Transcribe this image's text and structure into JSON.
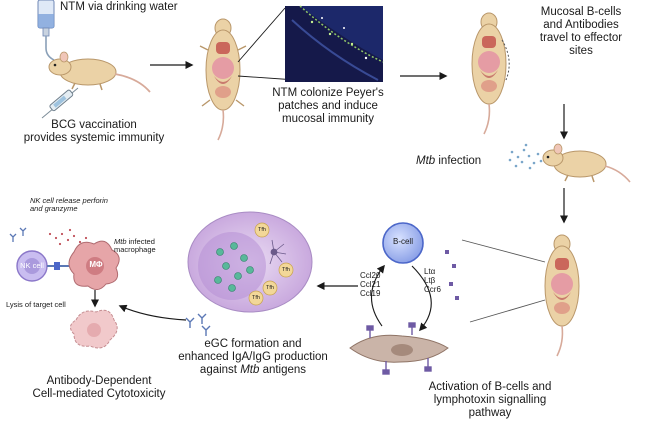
{
  "labels": {
    "ntm_water": "NTM via drinking water",
    "bcg": [
      "BCG vaccination",
      "provides systemic immunity"
    ],
    "ntm_colonize": [
      "NTM colonize Peyer's",
      "patches and induce",
      "mucosal immunity"
    ],
    "mucosal_b": [
      "Mucosal B-cells",
      "and Antibodies",
      "travel to effector",
      "sites"
    ],
    "mtb_infection": {
      "italic": "Mtb",
      "rest": " infection"
    },
    "nk_release": [
      "NK cell release perforin",
      "and granzyme"
    ],
    "nk_cell": "NK cell",
    "mphi": "MΦ",
    "mtb_macrophage": {
      "italic": "Mtb",
      "rest": " infected",
      "line2": "macrophage"
    },
    "lysis": "Lysis of target cell",
    "adcc": [
      "Antibody-Dependent",
      "Cell-mediated Cytotoxicity"
    ],
    "b_cell": "B-cell",
    "chemokines": [
      "Ccl20",
      "Ccl21",
      "Ccl19"
    ],
    "lymphotoxins": [
      "Ltα",
      "Ltβ",
      "Ccr6"
    ],
    "egc": {
      "line1": "eGC formation and",
      "line2": "enhanced IgA/IgG production",
      "line3_pre": "against ",
      "line3_italic": "Mtb",
      "line3_post": " antigens"
    },
    "activation": [
      "Activation of B-cells and",
      "lymphotoxin signalling",
      "pathway"
    ],
    "gc_cells": [
      "Tfh",
      "Tfh",
      "Tfh",
      "Tfh"
    ]
  },
  "colors": {
    "arrow": "#1a1a1a",
    "mouse_body": "#ebd2a6",
    "mouse_outline": "#b9976a",
    "organ_red": "#c4554e",
    "organ_pink": "#e59ca4",
    "microscopy_bg": "#15194a",
    "b_cell_blue": "#4c67c9",
    "gc_purple": "#c9a9de",
    "gc_inner": "#b78fd6",
    "macrophage": "#e6a5a8",
    "nk_purple": "#8b77c9",
    "tfh_yellow": "#f2d798",
    "stromal": "#cab4a8",
    "receptor": "#6e5aa4",
    "particles": "#7aa6c9"
  },
  "icons": [
    "water-bottle-icon",
    "syringe-icon",
    "mouse-icon",
    "microscopy-image-icon",
    "aerosol-icon",
    "b-cell-icon",
    "stromal-cell-icon",
    "germinal-center-icon",
    "nk-cell-icon",
    "macrophage-icon",
    "antibody-icon",
    "lysed-cell-icon"
  ]
}
